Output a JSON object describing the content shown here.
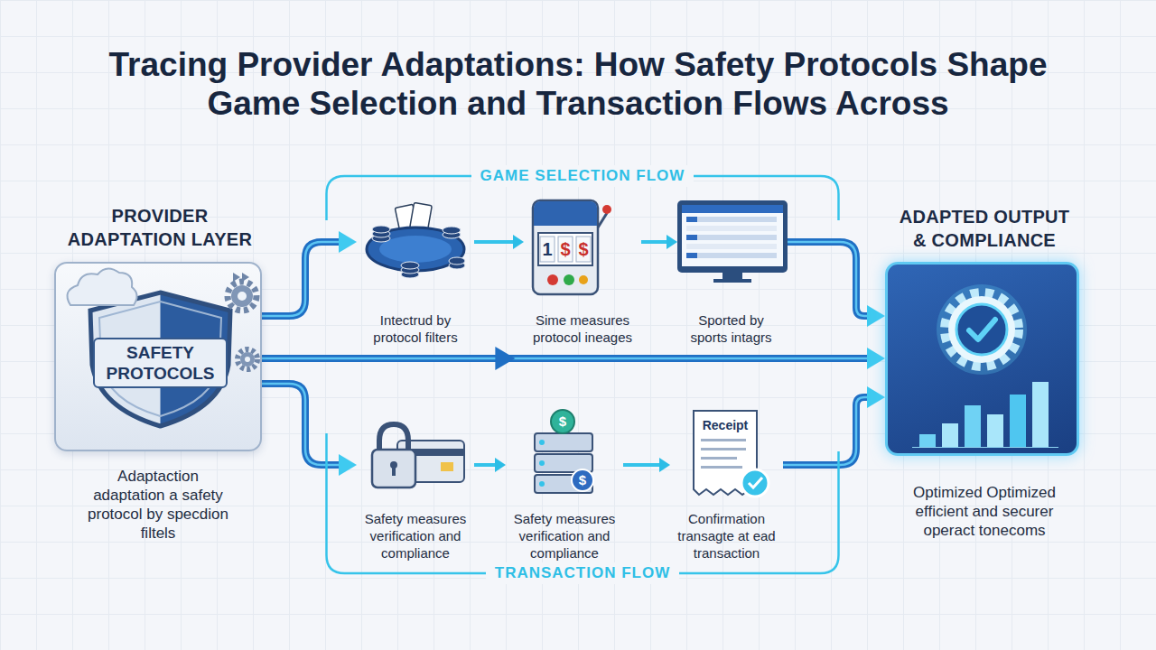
{
  "diagram": {
    "title": "Tracing Provider Adaptations: How Safety Protocols Shape Game Selection and Transaction Flows Across",
    "nodes": [
      {
        "text": [
          "PROVIDER ADAPTATION LAYER",
          "Adaptaction adaptation a safety protocol by specdion filtels"
        ]
      },
      {
        "text": [
          "SAFETY PROTOCOLS"
        ],
        "in": 0
      },
      {
        "text": [
          "GAME SELECTION FLOW"
        ]
      },
      {
        "text": [
          "Intectrud by protocol filters"
        ],
        "in": 2
      },
      {
        "text": [
          "Sime measures protocol ineages"
        ],
        "in": 2
      },
      {
        "text": [
          "Sported by sports intagrs"
        ],
        "in": 2
      },
      {
        "text": [
          "TRANSACTION FLOW"
        ]
      },
      {
        "text": [
          "Safety measures verification and compliance"
        ],
        "in": 6
      },
      {
        "text": [
          "Safety measures verification and compliance"
        ],
        "in": 6
      },
      {
        "text": [
          "Confirmation transagte at ead transaction"
        ],
        "in": 6
      },
      {
        "text": [
          "ADAPTED OUTPUT & COMPLIANCE",
          "Optimized Optimized efficient and securer operact tonecoms"
        ]
      }
    ],
    "edges": [
      {
        "from": 0,
        "to": 3,
        "arrow": "to"
      },
      {
        "from": 3,
        "to": 4,
        "arrow": "to"
      },
      {
        "from": 4,
        "to": 5,
        "arrow": "to"
      },
      {
        "from": 5,
        "to": 10,
        "arrow": "to"
      },
      {
        "from": 0,
        "to": 10,
        "arrow": "to"
      },
      {
        "from": 0,
        "to": 7,
        "arrow": "to"
      },
      {
        "from": 7,
        "to": 8,
        "arrow": "to"
      },
      {
        "from": 8,
        "to": 9,
        "arrow": "to"
      },
      {
        "from": 9,
        "to": 10,
        "arrow": "to"
      }
    ],
    "labels": [
      "1",
      "$",
      "$",
      "$",
      "$",
      "Receipt"
    ]
  }
}
